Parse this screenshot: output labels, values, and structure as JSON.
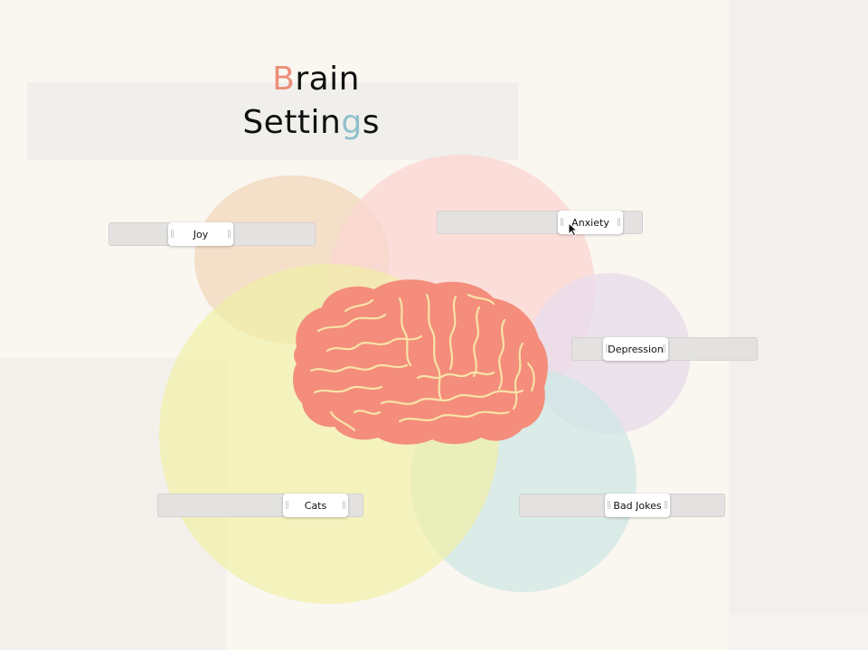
{
  "title": {
    "line1_first": "B",
    "line1_rest": "rain",
    "line2_start": "Settin",
    "line2_accent": "g",
    "line2_end": "s"
  },
  "colors": {
    "accent_brain": "#ec8f79",
    "accent_settings": "#8fc1cb"
  },
  "sliders": {
    "joy": {
      "label": "Joy",
      "value_pct": 45
    },
    "anxiety": {
      "label": "Anxiety",
      "value_pct": 74
    },
    "depression": {
      "label": "Depression",
      "value_pct": 35
    },
    "cats": {
      "label": "Cats",
      "value_pct": 77
    },
    "bad_jokes": {
      "label": "Bad Jokes",
      "value_pct": 58
    }
  },
  "icons": {
    "brain": "brain-illustration",
    "cursor": "mouse-pointer-icon"
  }
}
